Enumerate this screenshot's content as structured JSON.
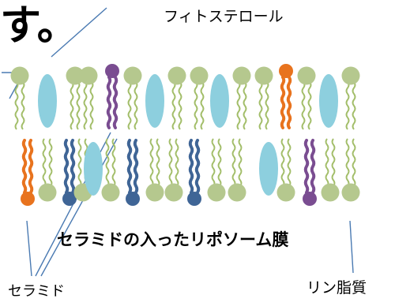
{
  "title_fragment": "す。",
  "labels": {
    "phytosterol": "フィトステロール",
    "caption": "セラミドの入ったリポソーム膜",
    "ceramide": "セラミド",
    "phospholipid": "リン脂質"
  },
  "colors": {
    "phospholipid_head": "#b5c88e",
    "phospholipid_tail": "#a3be6a",
    "sterol": "#8dcfde",
    "ceramide_orange": "#e8731e",
    "ceramide_purple": "#7a4d91",
    "ceramide_blue": "#3f6596",
    "leader_line": "#4a7ab2"
  },
  "top_leaflet": [
    "P",
    "S",
    "P",
    "P",
    "CP",
    "P",
    "S",
    "P",
    "P",
    "S",
    "P",
    "P",
    "CO",
    "P",
    "S",
    "P"
  ],
  "bottom_leaflet": [
    "CO",
    "P",
    "CB",
    "P",
    "S",
    "P",
    "CB",
    "P",
    "P",
    "CB",
    "P",
    "P",
    "S",
    "P",
    "CP",
    "P",
    "P"
  ]
}
